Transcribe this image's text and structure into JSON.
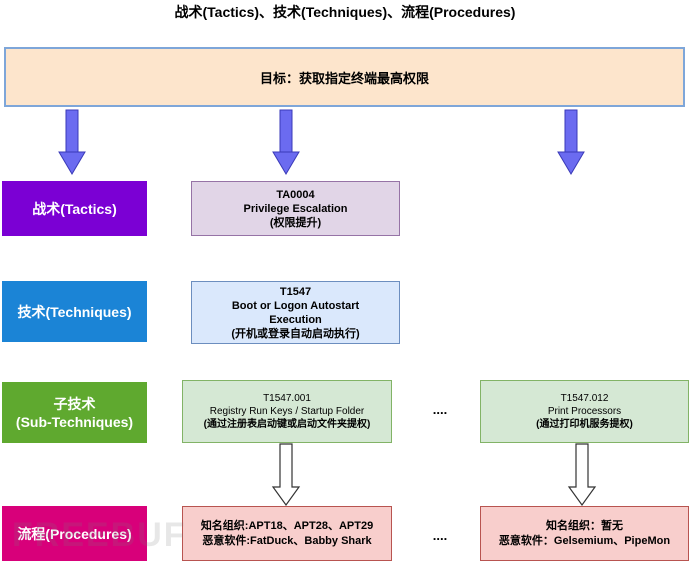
{
  "title": "战术(Tactics)、技术(Techniques)、流程(Procedures)",
  "goal": "目标：获取指定终端最高权限",
  "rows": {
    "tactics": "战术(Tactics)",
    "techniques": "技术(Techniques)",
    "subtech": [
      "子技术",
      "(Sub-Techniques)"
    ],
    "procedures": "流程(Procedures)"
  },
  "tactic_box": [
    "TA0004",
    "Privilege Escalation",
    "(权限提升)"
  ],
  "technique_box": [
    "T1547",
    "Boot or Logon Autostart",
    "Execution",
    "(开机或登录自动启动执行)"
  ],
  "subtech_box1": [
    "T1547.001",
    "Registry Run Keys / Startup Folder",
    "(通过注册表启动键或启动文件夹提权)"
  ],
  "subtech_box2": [
    "T1547.012",
    "Print Processors",
    "(通过打印机服务提权)"
  ],
  "proc_box1": [
    "知名组织:APT18、APT28、APT29",
    "恶意软件:FatDuck、Babby Shark"
  ],
  "proc_box2": [
    "知名组织：暂无",
    "恶意软件：Gelsemium、PipeMon"
  ],
  "ellipsis": "....",
  "watermark": "FREEBUF",
  "colors": {
    "purple": "#7b00d4",
    "blue": "#1b84d6",
    "green": "#5fa92f",
    "magenta": "#d8007a",
    "arrow": "#6b6bf0"
  }
}
